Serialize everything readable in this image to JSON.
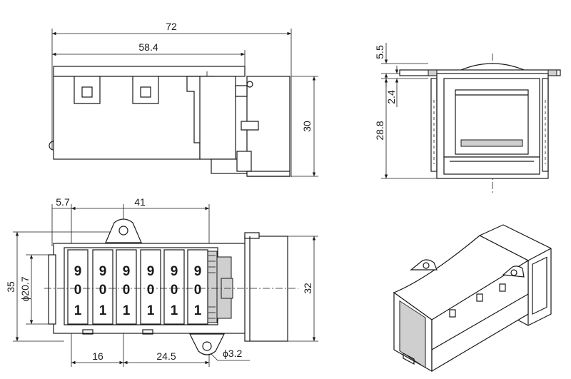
{
  "dimensions": {
    "overall_length": "72",
    "body_length": "58.4",
    "side_height": "30",
    "top_offset": "5.5",
    "flange_thickness": "2.4",
    "end_height": "28.8",
    "digit_offset": "5.7",
    "digits_span": "41",
    "window_height": "ϕ20.7",
    "total_height": "35",
    "end_cap_height": "32",
    "hole_pitch_1": "16",
    "hole_pitch_2": "24.5",
    "hole_diameter": "ϕ3.2"
  },
  "counter": {
    "wheel_digits": [
      [
        "9",
        "0",
        "1"
      ],
      [
        "9",
        "0",
        "1"
      ],
      [
        "9",
        "0",
        "1"
      ],
      [
        "9",
        "0",
        "1"
      ],
      [
        "9",
        "0",
        "1"
      ],
      [
        "9",
        "0",
        "1"
      ]
    ]
  }
}
